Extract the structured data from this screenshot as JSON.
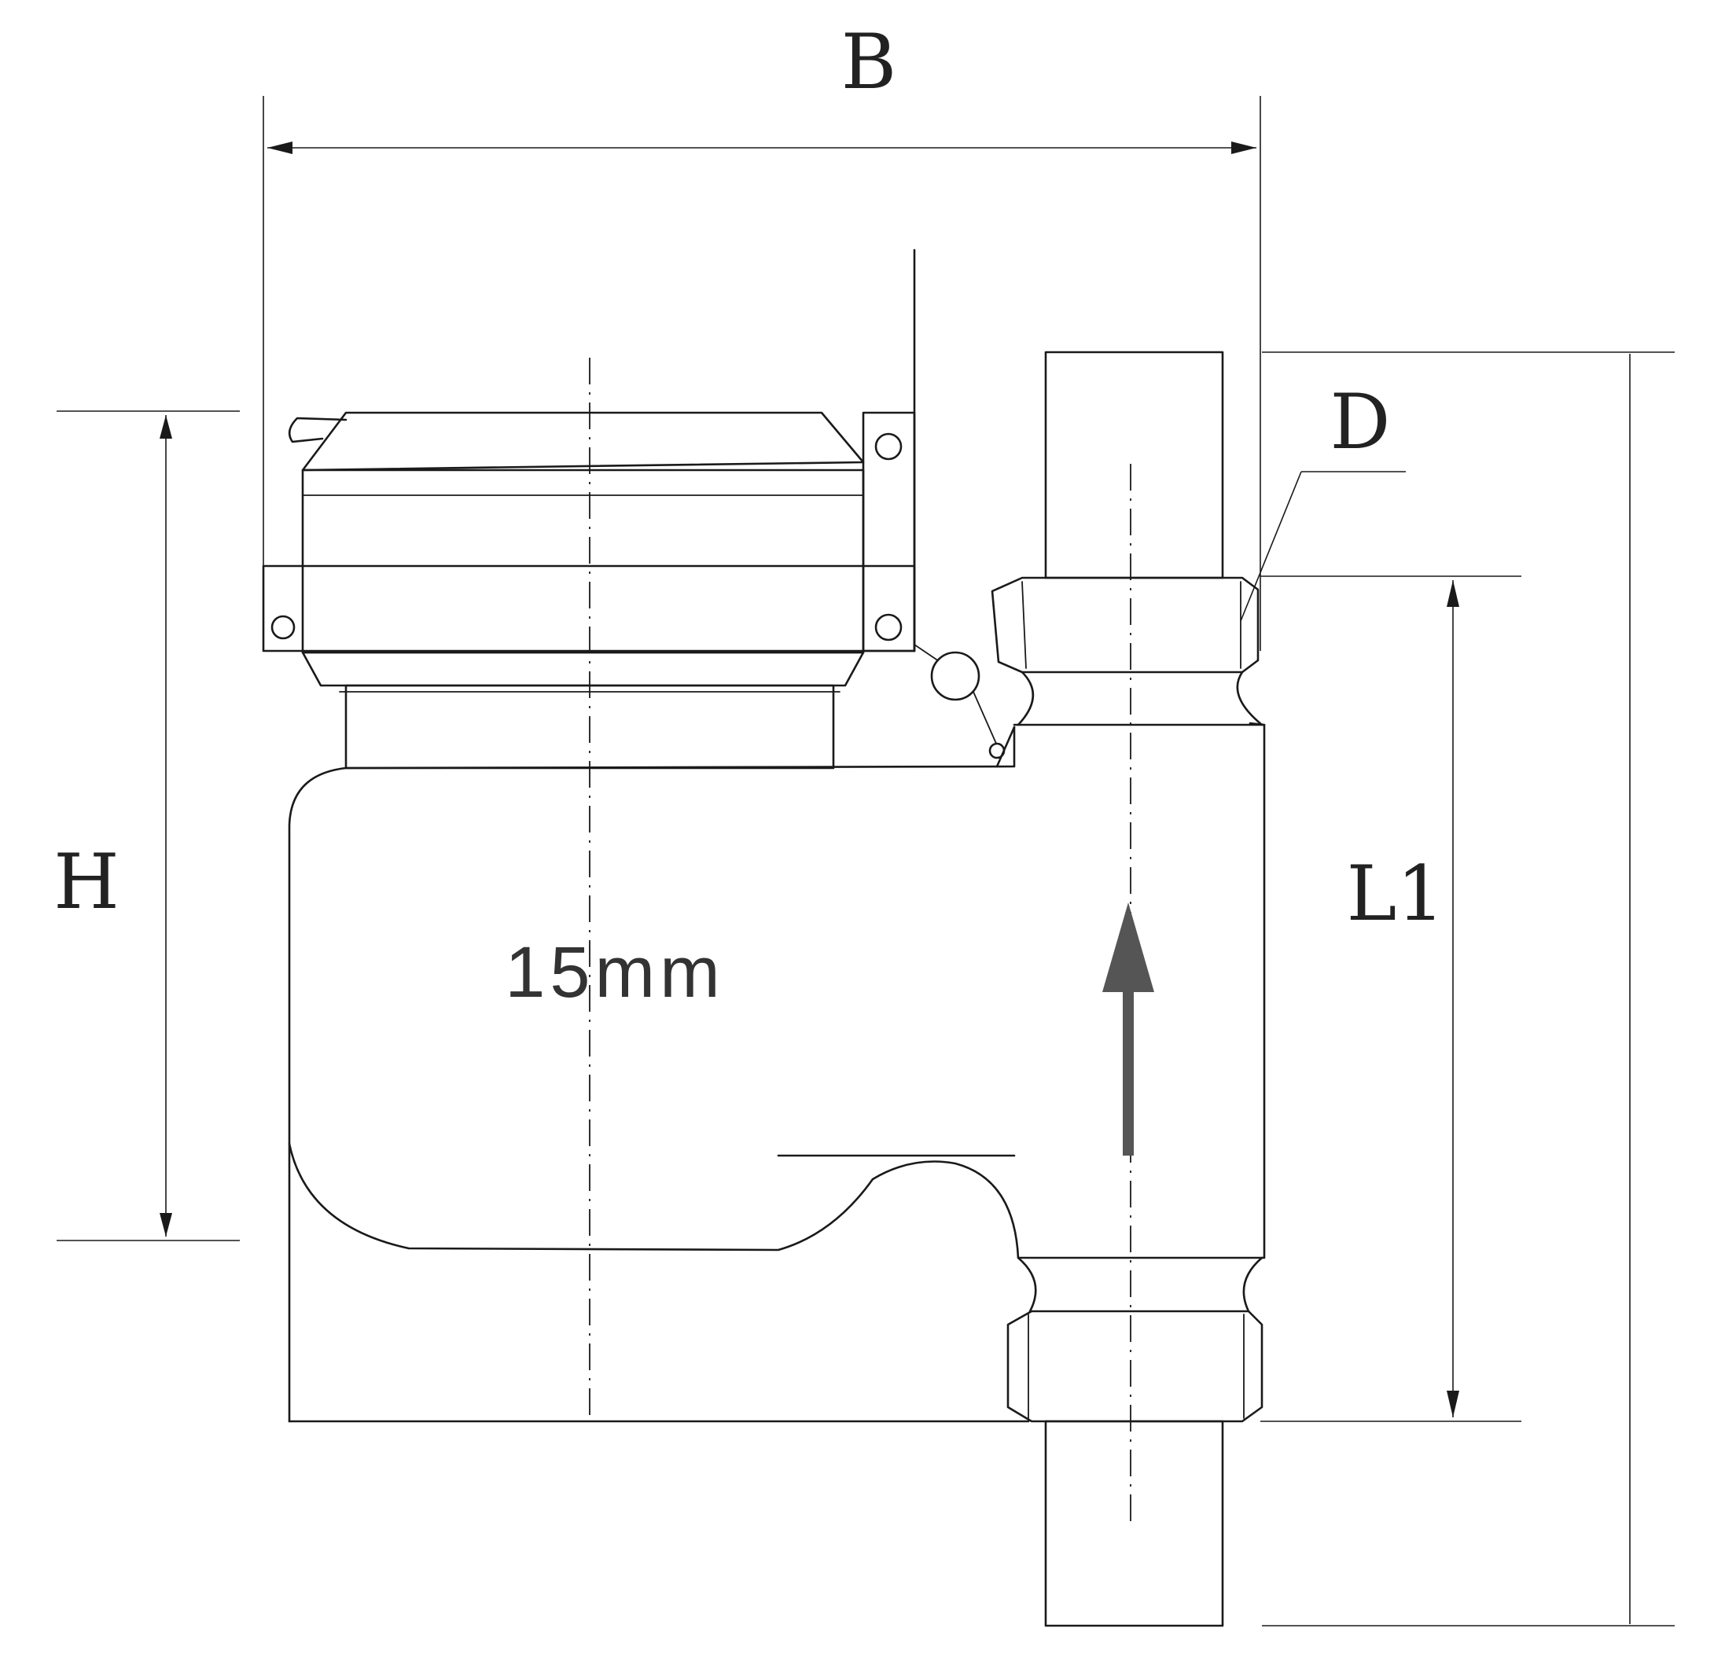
{
  "diagram": {
    "labels": {
      "width": "B",
      "height": "H",
      "length": "L1",
      "diameter": "D",
      "size": "15mm"
    },
    "colors": {
      "line": "#1a1a1a",
      "flow_arrow": "#555555",
      "background": "#ffffff"
    },
    "icons": {
      "flow": "arrow-up-icon"
    }
  }
}
